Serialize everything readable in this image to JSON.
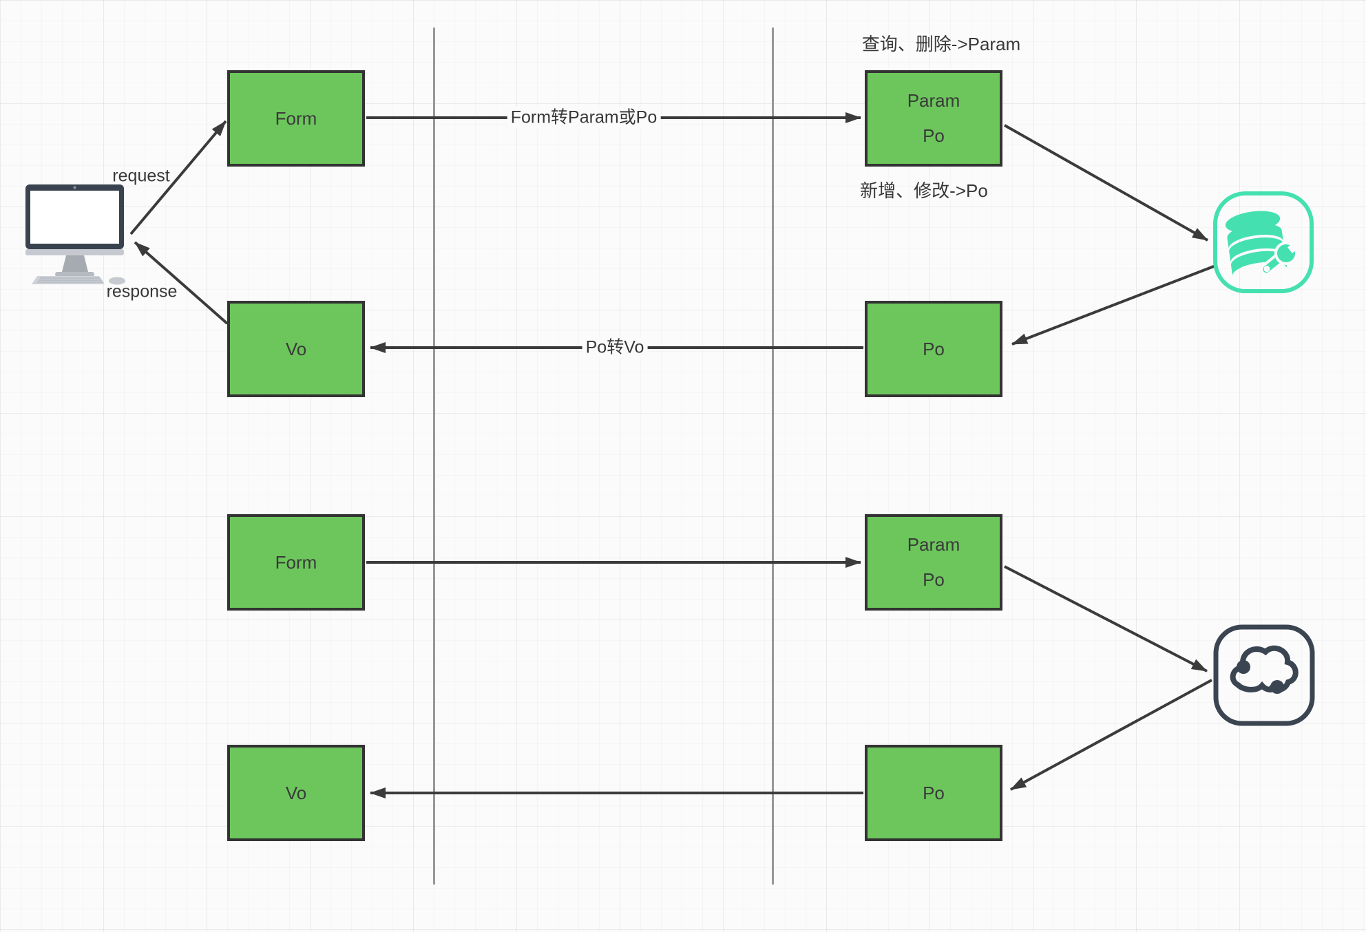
{
  "diagram": {
    "nodes": {
      "form_top": {
        "label": "Form"
      },
      "param_po_top": {
        "line1": "Param",
        "line2": "Po"
      },
      "vo_top": {
        "label": "Vo"
      },
      "po_top": {
        "label": "Po"
      },
      "form_bottom": {
        "label": "Form"
      },
      "param_po_bottom": {
        "line1": "Param",
        "line2": "Po"
      },
      "vo_bottom": {
        "label": "Vo"
      },
      "po_bottom": {
        "label": "Po"
      }
    },
    "edge_labels": {
      "request": "request",
      "response": "response",
      "form_to_param": "Form转Param或Po",
      "po_to_vo": "Po转Vo"
    },
    "annotations": {
      "query_delete": "查询、删除->Param",
      "add_update": "新增、修改->Po"
    },
    "icons": {
      "client": "desktop-computer",
      "top_right": "database-maintenance",
      "bottom_right": "cloud"
    },
    "colors": {
      "node_fill": "#6CC65C",
      "node_border": "#333333",
      "edge": "#3B3B3B",
      "divider": "#979797",
      "database_icon": "#45E0B0",
      "cloud_icon": "#3B4552",
      "text": "#383838"
    }
  }
}
